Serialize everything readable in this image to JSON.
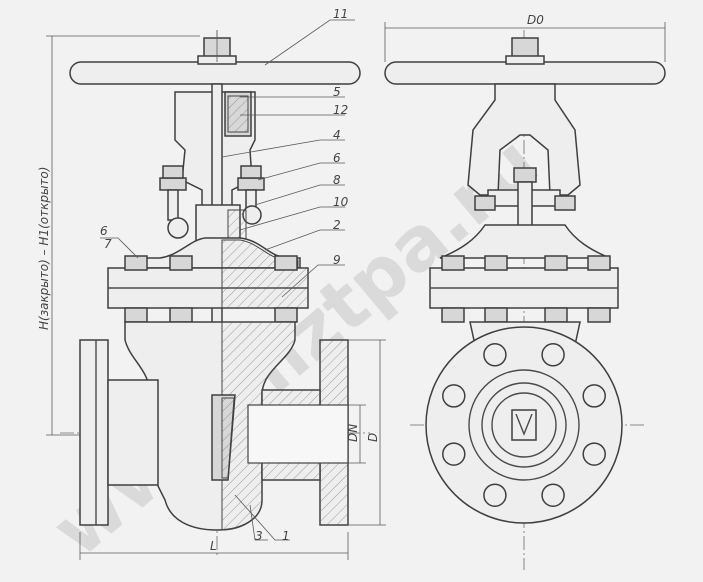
{
  "watermark": "www.mztpa.ru",
  "labels": {
    "height": "H(закрыто) – H1(открыто)",
    "length": "L",
    "dn": "DN",
    "d": "D",
    "d0": "D0"
  },
  "callouts": [
    "11",
    "5",
    "12",
    "4",
    "6",
    "8",
    "10",
    "2",
    "9",
    "6",
    "7",
    "3",
    "1"
  ]
}
